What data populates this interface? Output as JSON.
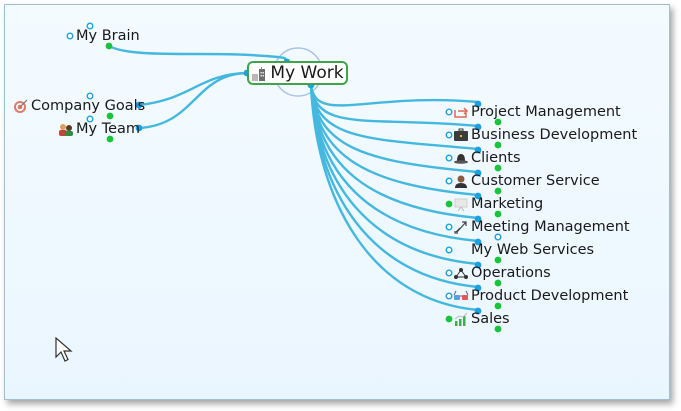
{
  "map": {
    "central_topic": {
      "label": "My Work",
      "icon": "office-building-icon"
    },
    "left_topics": [
      {
        "label": "My Brain",
        "icon": null
      },
      {
        "label": "Company Goals",
        "icon": "target-icon"
      },
      {
        "label": "My Team",
        "icon": "team-icon"
      }
    ],
    "right_topics": [
      {
        "label": "Project Management",
        "icon": "export-arrow-icon"
      },
      {
        "label": "Business Development",
        "icon": "briefcase-icon"
      },
      {
        "label": "Clients",
        "icon": "bowler-hat-icon"
      },
      {
        "label": "Customer Service",
        "icon": "person-icon"
      },
      {
        "label": "Marketing",
        "icon": "presentation-board-icon"
      },
      {
        "label": "Meeting Management",
        "icon": "swap-arrows-icon"
      },
      {
        "label": "My Web Services",
        "icon": null
      },
      {
        "label": "Operations",
        "icon": "network-icon"
      },
      {
        "label": "Product Development",
        "icon": "glasses-icon"
      },
      {
        "label": "Sales",
        "icon": "bar-chart-icon"
      }
    ]
  },
  "colors": {
    "link": "#45b8e0",
    "handle_blue": "#1ba1e2",
    "handle_green": "#17c43a",
    "central_border": "#3ea54b"
  }
}
